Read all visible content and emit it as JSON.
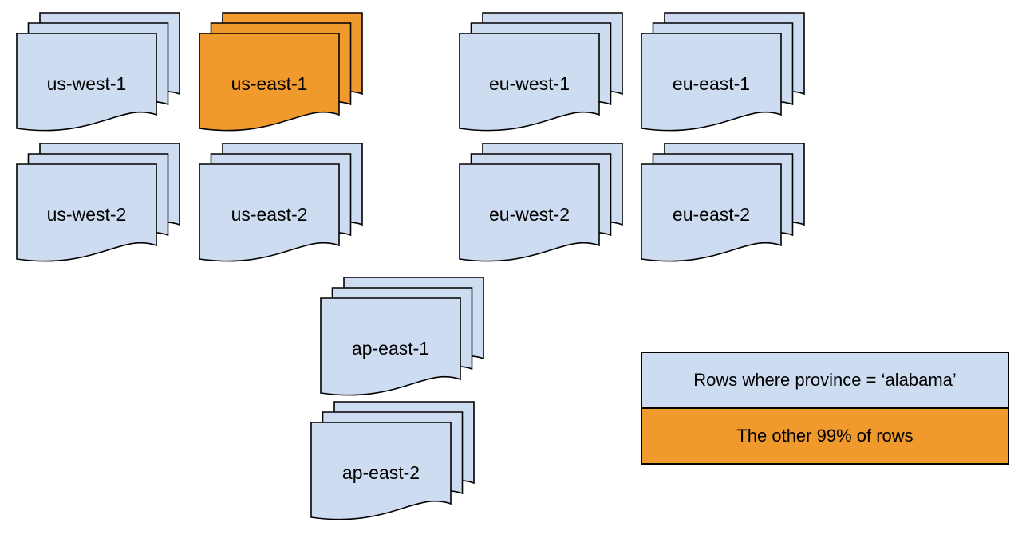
{
  "colors": {
    "blue": "#cddcf0",
    "orange": "#f0992d",
    "outline": "#000000"
  },
  "stacks": [
    {
      "label": "us-west-1",
      "variant": "blue"
    },
    {
      "label": "us-east-1",
      "variant": "orange"
    },
    {
      "label": "eu-west-1",
      "variant": "blue"
    },
    {
      "label": "eu-east-1",
      "variant": "blue"
    },
    {
      "label": "us-west-2",
      "variant": "blue"
    },
    {
      "label": "us-east-2",
      "variant": "blue"
    },
    {
      "label": "eu-west-2",
      "variant": "blue"
    },
    {
      "label": "eu-east-2",
      "variant": "blue"
    },
    {
      "label": "ap-east-1",
      "variant": "blue"
    },
    {
      "label": "ap-east-2",
      "variant": "blue"
    }
  ],
  "legend": {
    "items": [
      {
        "label": "Rows where province = ‘alabama’",
        "color": "#cddcf0"
      },
      {
        "label": "The other 99% of rows",
        "color": "#f0992d"
      }
    ]
  }
}
